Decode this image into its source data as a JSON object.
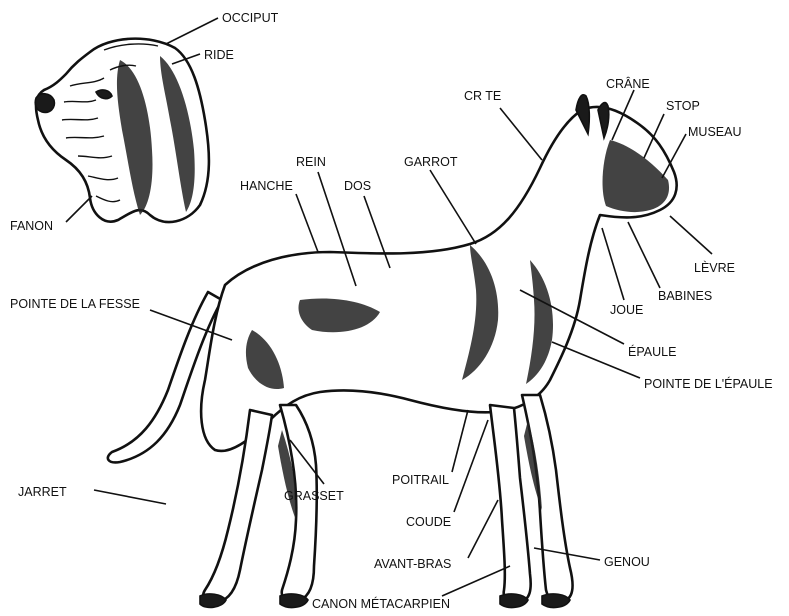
{
  "labels": {
    "occiput": "OCCIPUT",
    "ride": "RIDE",
    "fanon": "FANON",
    "crete": "CR  TE",
    "crane": "CRÂNE",
    "stop": "STOP",
    "museau": "MUSEAU",
    "rein": "REIN",
    "hanche": "HANCHE",
    "dos": "DOS",
    "garrot": "GARROT",
    "levre": "LÈVRE",
    "babines": "BABINES",
    "joue": "JOUE",
    "pointe_fesse": "POINTE DE LA FESSE",
    "epaule": "ÉPAULE",
    "pointe_epaule": "POINTE DE L'ÉPAULE",
    "poitrail": "POITRAIL",
    "jarret": "JARRET",
    "grasset": "GRASSET",
    "coude": "COUDE",
    "avant_bras": "AVANT-BRAS",
    "genou": "GENOU",
    "canon": "CANON MÉTACARPIEN"
  }
}
